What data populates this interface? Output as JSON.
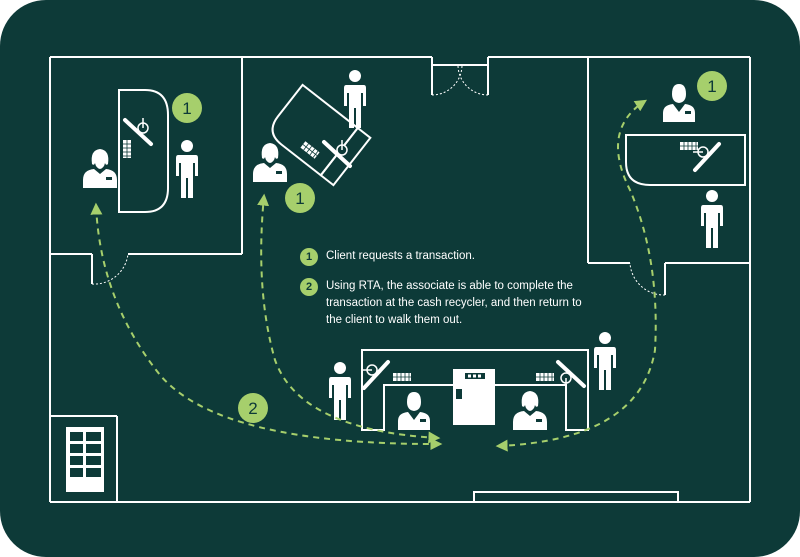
{
  "colors": {
    "background": "#0d3a38",
    "outer": "#ffffff",
    "lines": "#ffffff",
    "accent": "#a6cf6c"
  },
  "legend": [
    {
      "number": "1",
      "text": "Client requests a transaction."
    },
    {
      "number": "2",
      "text": "Using RTA, the associate is able to complete the transaction at the cash recycler, and then return to the client to walk them out."
    }
  ],
  "badges": [
    {
      "label": "1"
    },
    {
      "label": "1"
    },
    {
      "label": "1"
    },
    {
      "label": "2"
    }
  ],
  "icons": [
    "female-associate-icon",
    "male-client-icon",
    "cash-recycler-icon",
    "atm-icon",
    "keyboard-icon",
    "card-reader-icon"
  ]
}
